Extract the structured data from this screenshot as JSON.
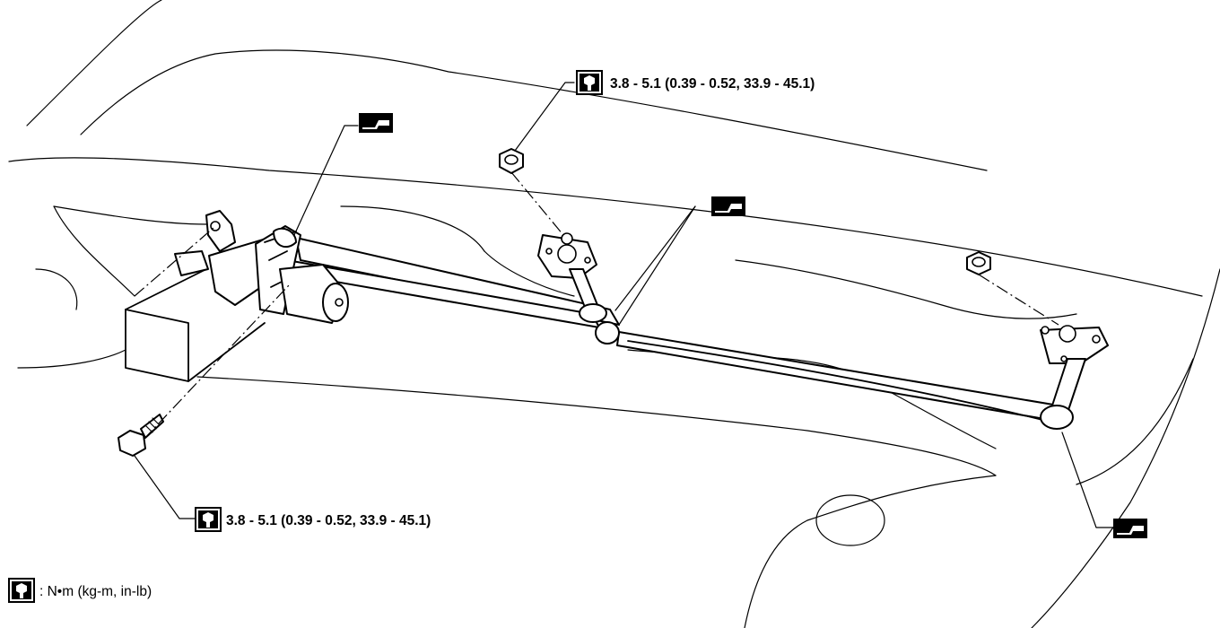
{
  "torque_specs": {
    "top": "3.8 - 5.1 (0.39 - 0.52, 33.9 - 45.1)",
    "bottom": "3.8 - 5.1 (0.39 - 0.52, 33.9 - 45.1)"
  },
  "legend": {
    "text": ": N•m (kg-m, in-lb)",
    "icon": "torque-wrench-icon"
  },
  "lubrication_icons": [
    "grease-point-icon",
    "grease-point-icon",
    "grease-point-icon"
  ]
}
